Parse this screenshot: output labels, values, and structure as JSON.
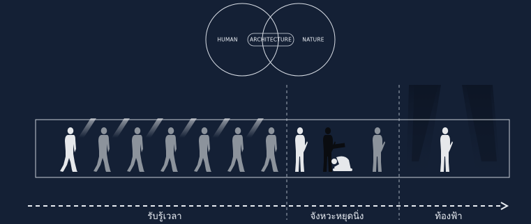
{
  "venn": {
    "left_label": "HUMAN",
    "center_label": "ARCHITECTURE",
    "right_label": "NATURE"
  },
  "phases": [
    {
      "label": "รับรู้เวลา"
    },
    {
      "label": "จังหวะหยุดนิ่ง"
    },
    {
      "label": "ท้องฟ้า"
    }
  ],
  "colors": {
    "background": "#142035",
    "line": "#d9dee6",
    "figure_light": "#e6e8eb",
    "figure_mid": "#8c939c",
    "figure_dark": "#0a0c10",
    "divider": "#7a8594"
  },
  "icons": {
    "walking_figure": "person-walking-icon",
    "standing_figure": "person-standing-icon",
    "kneeling_figure": "person-kneeling-icon",
    "light_beam": "light-beam-icon"
  }
}
